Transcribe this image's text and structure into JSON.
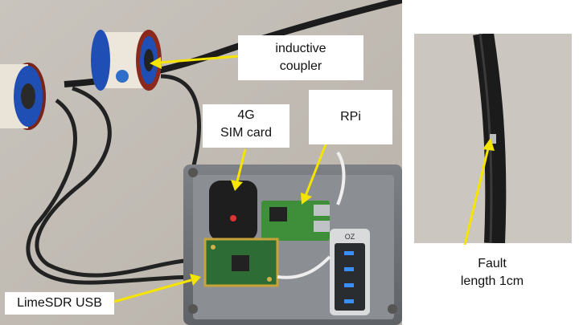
{
  "labels": {
    "inductive_coupler": [
      "inductive",
      "coupler"
    ],
    "sim_card": [
      "4G",
      "SIM card"
    ],
    "rpi": "RPi",
    "limesdr": "LimeSDR USB",
    "fault": [
      "Fault",
      "length 1cm"
    ]
  },
  "device_text": {
    "hub_label": "OZ"
  },
  "colors": {
    "annotation_arrow": "#f5e400",
    "coupler_band": "#1f4fb5",
    "enclosure": "#6f7276",
    "cable": "#1c1c1c"
  }
}
